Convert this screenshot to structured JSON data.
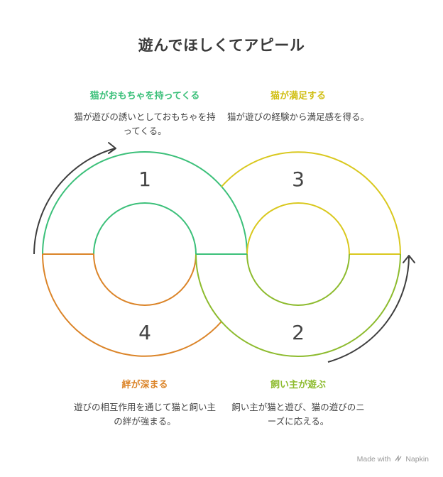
{
  "title": "遊んでほしくてアピール",
  "stages": [
    {
      "number": "1",
      "heading": "猫がおもちゃを持ってくる",
      "description": "猫が遊びの誘いとしておもちゃを持ってくる。",
      "color": "#3cc07a"
    },
    {
      "number": "2",
      "heading": "飼い主が遊ぶ",
      "description": "飼い主が猫と遊び、猫の遊びのニーズに応える。",
      "color": "#8dbb2e"
    },
    {
      "number": "3",
      "heading": "猫が満足する",
      "description": "猫が遊びの経験から満足感を得る。",
      "color": "#d9c81e"
    },
    {
      "number": "4",
      "heading": "絆が深まる",
      "description": "遊びの相互作用を通じて猫と飼い主の絆が強まる。",
      "color": "#db8428"
    }
  ],
  "footer": {
    "prefix": "Made with",
    "brand": "Napkin"
  },
  "arrow_color": "#3d3d3d"
}
